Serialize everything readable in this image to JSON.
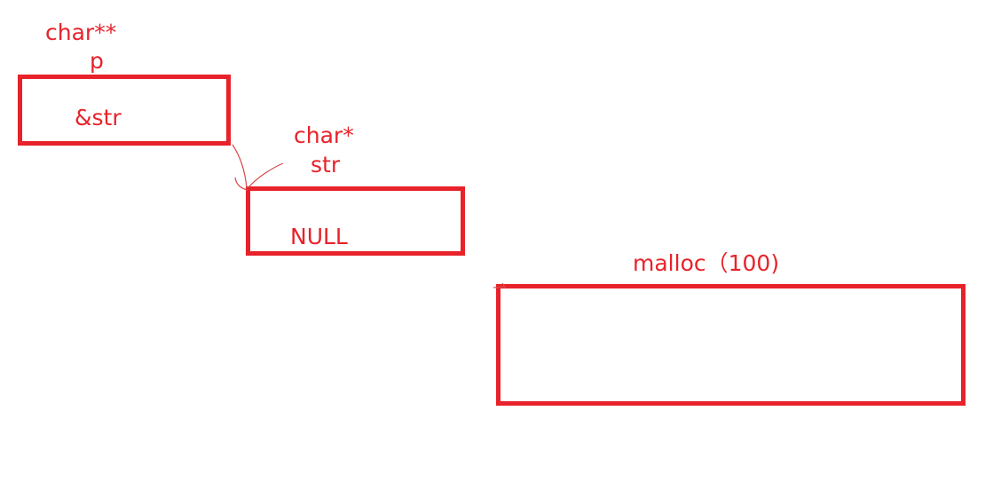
{
  "colors": {
    "ink": "#e8222a",
    "pen": "#d84a4a",
    "background": "#ffffff"
  },
  "p_var": {
    "type_label": "char**",
    "name_label": "p",
    "value": "&str"
  },
  "str_var": {
    "type_label": "char*",
    "name_label": "str",
    "value": "NULL"
  },
  "heap_block": {
    "label": "malloc（100)"
  }
}
